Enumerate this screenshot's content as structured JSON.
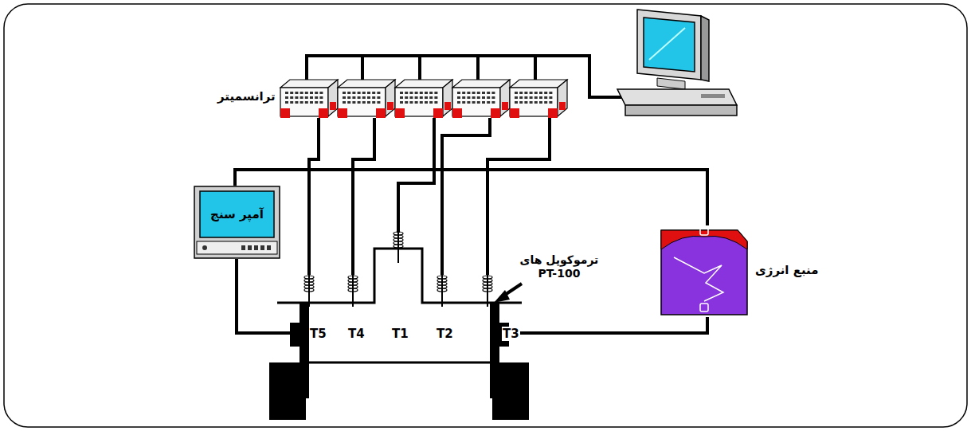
{
  "diagram": {
    "nodes": [
      {
        "text": [
          "آمپر سنج"
        ]
      },
      {
        "text": [
          "منبع انرژی"
        ]
      }
    ],
    "edges": [
      {
        "from": 0,
        "to": 1,
        "arrow": "none"
      }
    ],
    "labels": [
      "ترانسمیتر",
      "ترموکوپل های PT-100",
      "T5",
      "T4",
      "T1",
      "T2",
      "T3"
    ]
  }
}
